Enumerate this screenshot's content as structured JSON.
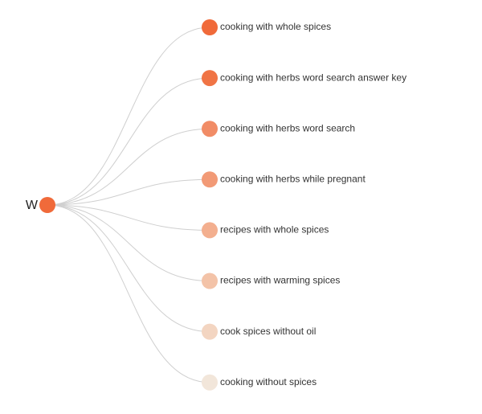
{
  "root": {
    "label": "W",
    "color": "#f06a3a"
  },
  "children": [
    {
      "label": "cooking with whole spices",
      "color": "#f06a3a"
    },
    {
      "label": "cooking with herbs word search answer key",
      "color": "#f07445"
    },
    {
      "label": "cooking with herbs word search",
      "color": "#f18c66"
    },
    {
      "label": "cooking with herbs while pregnant",
      "color": "#f29a76"
    },
    {
      "label": "recipes with whole spices",
      "color": "#f3af8f"
    },
    {
      "label": "recipes with warming spices",
      "color": "#f3c3a8"
    },
    {
      "label": "cook spices without oil",
      "color": "#f3d5c1"
    },
    {
      "label": "cooking without spices",
      "color": "#f2e6da"
    }
  ],
  "link_color": "#cfcfcf"
}
